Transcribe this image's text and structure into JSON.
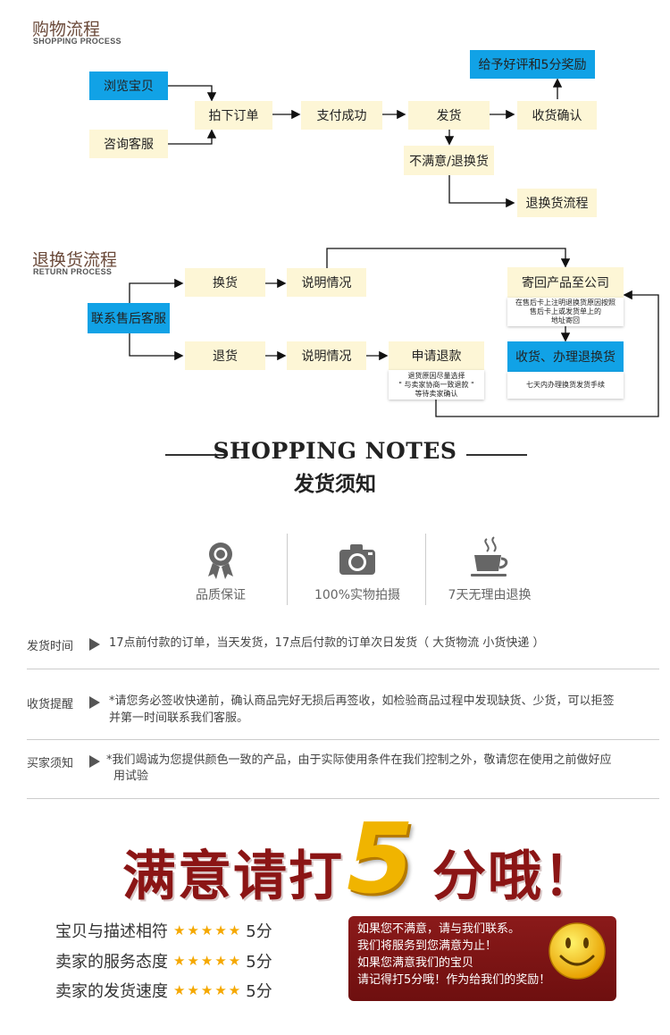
{
  "shopping_process": {
    "title": "购物流程",
    "subtitle": "SHOPPING PROCESS",
    "browse": "浏览宝贝",
    "consult": "咨询客服",
    "order": "拍下订单",
    "paid": "支付成功",
    "ship": "发货",
    "confirm": "收货确认",
    "reward": "给予好评和5分奖励",
    "unsatisfied": "不满意/退换货",
    "return_flow": "退换货流程"
  },
  "return_process": {
    "title": "退换货流程",
    "subtitle": "RETURN PROCESS",
    "contact": "联系售后客服",
    "exchange": "换货",
    "refund": "退货",
    "explain1": "说明情况",
    "explain2": "说明情况",
    "apply_refund": "申请退款",
    "refund_note": "退货原因尽量选择\n\" 与卖家协商一致退款 \"\n等待卖家确认",
    "send_back": "寄回产品至公司",
    "send_note": "在售后卡上注明退换货原因按照\n售后卡上或发货单上的\n地址寄回",
    "receive": "收货、办理退换货",
    "receive_note": "七天内办理换货发货手续"
  },
  "notes": {
    "title_en": "SHOPPING NOTES",
    "title_zh": "发货须知"
  },
  "features": [
    {
      "icon": "medal-icon",
      "label": "品质保证"
    },
    {
      "icon": "camera-icon",
      "label": "100%实物拍摄"
    },
    {
      "icon": "coffee-cup-icon",
      "label": "7天无理由退换"
    }
  ],
  "rows": [
    {
      "label": "发货时间",
      "text": "17点前付款的订单，当天发货，17点后付款的订单次日发货（ 大货物流 小货快递 ）"
    },
    {
      "label": "收货提醒",
      "text1": "*请您务必签收快递前，确认商品完好无损后再签收，如检验商品过程中发现缺货、少货，可以拒签",
      "text2": "并第一时间联系我们客服。"
    },
    {
      "label": "买家须知",
      "text1": "*我们竭诚为您提供颜色一致的产品，由于实际使用条件在我们控制之外，敬请您在使用之前做好应",
      "text2": "用试验"
    }
  ],
  "banner": {
    "text_left": "满意请打",
    "number": "5",
    "text_right": "分哦！"
  },
  "ratings": [
    {
      "label": "宝贝与描述相符",
      "stars": "★★★★★",
      "score": "5分"
    },
    {
      "label": "卖家的服务态度",
      "stars": "★★★★★",
      "score": "5分"
    },
    {
      "label": "卖家的发货速度",
      "stars": "★★★★★",
      "score": "5分"
    }
  ],
  "message": {
    "line1": "如果您不满意，请与我们联系。",
    "line2": "我们将服务到您满意为止！",
    "line3": "如果您满意我们的宝贝",
    "line4": "请记得打5分哦！作为给我们的奖励！"
  },
  "colors": {
    "blue": "#11a2e6",
    "cream": "#fdf6d6",
    "dark_red": "#8b1a1a",
    "gold": "#f5a800"
  }
}
